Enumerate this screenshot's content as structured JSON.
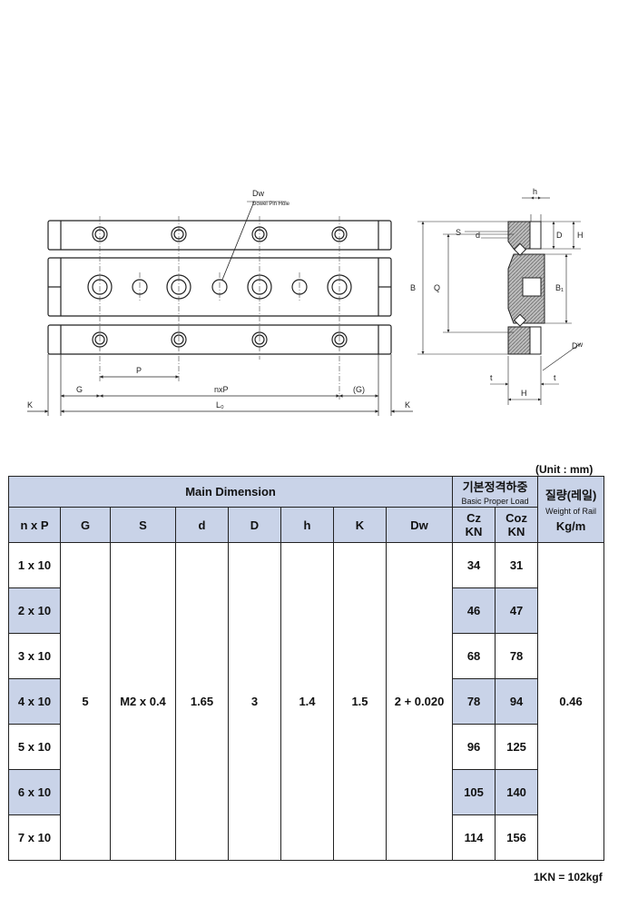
{
  "drawing": {
    "dw_label": "Dw",
    "dowel_label": "Dowel Pin Hole",
    "dim_P": "P",
    "dim_G": "G",
    "dim_nxP": "nxP",
    "dim_G_paren": "(G)",
    "dim_K": "K",
    "dim_L": "L₀",
    "dim_h": "h",
    "dim_D": "D",
    "dim_H_right": "H",
    "dim_S": "S",
    "dim_d": "d",
    "dim_B": "B",
    "dim_Q": "Q",
    "dim_B1": "B₁",
    "dim_Dw": "Dᵂ",
    "dim_t": "t",
    "dim_H": "H"
  },
  "unit_label": "(Unit : mm)",
  "table": {
    "main_dimension": "Main Dimension",
    "load_kr": "기본정격하중",
    "load_en": "Basic Proper Load",
    "weight_kr": "질량(레일)",
    "weight_en": "Weight of Rail",
    "weight_unit": "Kg/m",
    "cols": [
      "n x P",
      "G",
      "S",
      "d",
      "D",
      "h",
      "K",
      "Dw"
    ],
    "cz": "Cz",
    "cz_unit": "KN",
    "coz": "Coz",
    "coz_unit": "KN",
    "shared": {
      "G": "5",
      "S": "M2 x 0.4",
      "d": "1.65",
      "D": "3",
      "h": "1.4",
      "K": "1.5",
      "Dw": "2 + 0.020",
      "weight": "0.46"
    },
    "rows": [
      {
        "nxp": "1 x 10",
        "cz": "34",
        "coz": "31"
      },
      {
        "nxp": "2 x 10",
        "cz": "46",
        "coz": "47"
      },
      {
        "nxp": "3 x 10",
        "cz": "68",
        "coz": "78"
      },
      {
        "nxp": "4 x 10",
        "cz": "78",
        "coz": "94"
      },
      {
        "nxp": "5 x 10",
        "cz": "96",
        "coz": "125"
      },
      {
        "nxp": "6 x 10",
        "cz": "105",
        "coz": "140"
      },
      {
        "nxp": "7 x 10",
        "cz": "114",
        "coz": "156"
      }
    ]
  },
  "footnote": "1KN = 102kgf"
}
